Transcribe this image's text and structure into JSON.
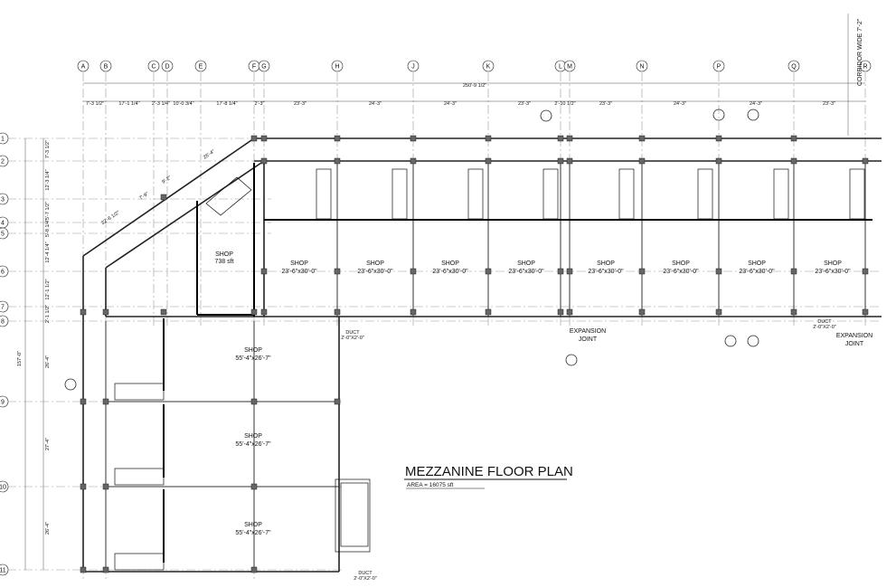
{
  "title": "MEZZANINE FLOOR PLAN",
  "area": "AREA = 16075 sft",
  "corridor_label": "CORRIDOR WIDE 7'-2\"",
  "overall_dimension": "250'-9 1/2\"",
  "left_total_dimension": "157'-0\"",
  "column_grid": [
    "A",
    "B",
    "C",
    "D",
    "E",
    "F",
    "G",
    "H",
    "J",
    "K",
    "L",
    "M",
    "N",
    "P",
    "Q",
    "R"
  ],
  "row_grid": [
    "1",
    "2",
    "3",
    "4",
    "5",
    "6",
    "7",
    "8",
    "9",
    "10",
    "11"
  ],
  "top_dimensions": [
    "7'-3 1/2\"",
    "17'-1 1/4\"",
    "2'-3 1/4\"",
    "10'-0 3/4\"",
    "17'-8 1/4\"",
    "2'-3\"",
    "23'-3\"",
    "24'-3\"",
    "24'-3\"",
    "23'-3\"",
    "2'-10 1/2\"",
    "23'-3\"",
    "24'-3\"",
    "24'-3\"",
    "23'-3\""
  ],
  "left_dimensions": [
    "7'-3 1/2\"",
    "12'-3 1/4\"",
    "5'-7 1/2\"",
    "5'-8 1/4\"",
    "12'-4 1/4\"",
    "12'-1 1/2\"",
    "2'-1 1/2\"",
    "26'-4\"",
    "27'-4\"",
    "26'-4\""
  ],
  "diagonal_dimensions": [
    "26'-4\"",
    "7'-9\"",
    "9'-2\"",
    "32'-6 1/2\""
  ],
  "shop_label": "SHOP",
  "small_shop_area": "738 sft",
  "shop_size_top": "23'-6\"x30'-0\"",
  "shop_size_lower": "55'-4\"x26'-7\"",
  "expansion_joint": [
    "EXPANSION",
    "JOINT"
  ],
  "duct_label": "DUCT",
  "duct_size": "2'-0\"X2'-0\""
}
